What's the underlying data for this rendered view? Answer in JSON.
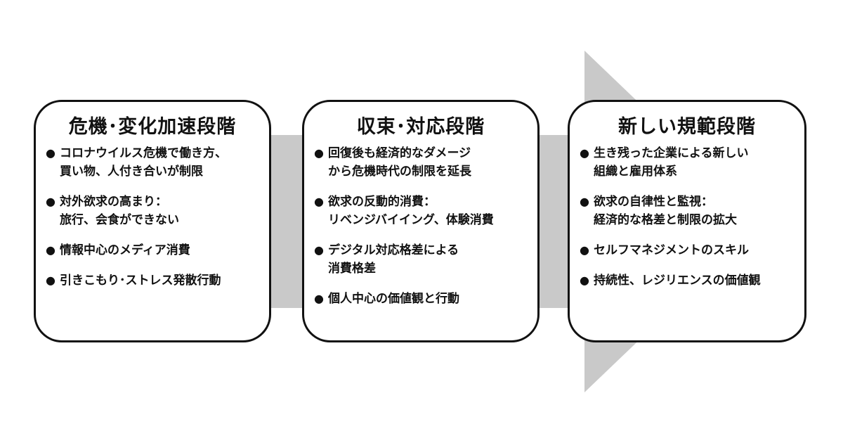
{
  "colors": {
    "arrow_fill": "#c9c9c9",
    "box_border": "#111111",
    "text": "#111111",
    "background": "#ffffff"
  },
  "stages": [
    {
      "title": "危機･変化加速段階",
      "items": [
        {
          "lines": [
            "コロナウイルス危機で働き方、",
            "買い物、人付き合いが制限"
          ]
        },
        {
          "lines": [
            "対外欲求の高まり：",
            "旅行、会食ができない"
          ]
        },
        {
          "lines": [
            "情報中心のメディア消費"
          ]
        },
        {
          "lines": [
            "引きこもり･ストレス発散行動"
          ]
        }
      ]
    },
    {
      "title": "収束･対応段階",
      "items": [
        {
          "lines": [
            "回復後も経済的なダメージ",
            "から危機時代の制限を延長"
          ]
        },
        {
          "lines": [
            "欲求の反動的消費：",
            "リベンジバイイング、体験消費"
          ]
        },
        {
          "lines": [
            "デジタル対応格差による",
            "消費格差"
          ]
        },
        {
          "lines": [
            "個人中心の価値観と行動"
          ]
        }
      ]
    },
    {
      "title": "新しい規範段階",
      "items": [
        {
          "lines": [
            "生き残った企業による新しい",
            "組織と雇用体系"
          ]
        },
        {
          "lines": [
            "欲求の自律性と監視：",
            "経済的な格差と制限の拡大"
          ]
        },
        {
          "lines": [
            "セルフマネジメントのスキル"
          ]
        },
        {
          "lines": [
            "持続性、レジリエンスの価値観"
          ]
        }
      ]
    }
  ]
}
